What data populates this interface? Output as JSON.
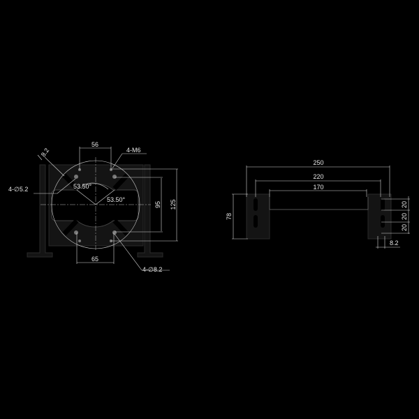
{
  "front_view": {
    "dim_top": "56",
    "dim_bottom": "65",
    "dim_inner_height": "95",
    "dim_outer_height": "125",
    "dim_slot_width": "8.2",
    "angle_left": "53.50°",
    "angle_right": "53.50°",
    "callout_threaded": "4-M6",
    "callout_small_holes": "4-∅5.2",
    "callout_large_holes": "4-∅8.2"
  },
  "side_view": {
    "dim_overall": "250",
    "dim_mid": "220",
    "dim_inner": "170",
    "dim_height": "78",
    "dim_pitch_1": "20",
    "dim_pitch_2": "20",
    "dim_pitch_3": "20",
    "dim_slot": "8.2"
  }
}
